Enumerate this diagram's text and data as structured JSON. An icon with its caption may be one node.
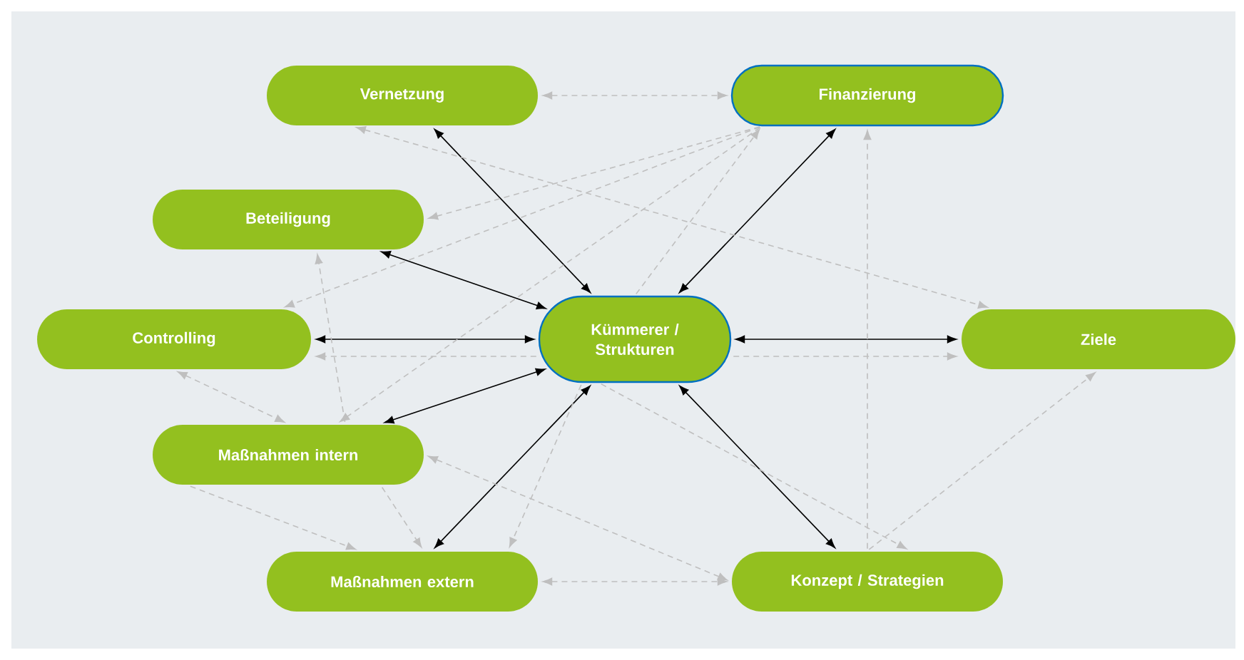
{
  "diagram": {
    "nodes": [
      {
        "text": [
          "Vernetzung"
        ]
      },
      {
        "text": [
          "Finanzierung"
        ]
      },
      {
        "text": [
          "Beteiligung"
        ]
      },
      {
        "text": [
          "Kümmerer / Strukturen"
        ]
      },
      {
        "text": [
          "Controlling"
        ]
      },
      {
        "text": [
          "Ziele"
        ]
      },
      {
        "text": [
          "Maßnahmen intern"
        ]
      },
      {
        "text": [
          "Maßnahmen extern"
        ]
      },
      {
        "text": [
          "Konzept / Strategien"
        ]
      }
    ],
    "edges": [
      {
        "from": 3,
        "to": 0,
        "arrow": "both",
        "color": "#000000"
      },
      {
        "from": 3,
        "to": 1,
        "arrow": "both",
        "color": "#000000"
      },
      {
        "from": 3,
        "to": 2,
        "arrow": "both",
        "color": "#000000"
      },
      {
        "from": 3,
        "to": 4,
        "arrow": "both",
        "color": "#000000"
      },
      {
        "from": 3,
        "to": 5,
        "arrow": "both",
        "color": "#000000"
      },
      {
        "from": 3,
        "to": 6,
        "arrow": "both",
        "color": "#000000"
      },
      {
        "from": 3,
        "to": 7,
        "arrow": "both",
        "color": "#000000"
      },
      {
        "from": 3,
        "to": 8,
        "arrow": "both",
        "color": "#000000"
      },
      {
        "from": 0,
        "to": 1,
        "arrow": "both",
        "style": "dashed",
        "color": "#bfbfbf"
      },
      {
        "from": 1,
        "to": 2,
        "arrow": "to",
        "style": "dashed",
        "color": "#bfbfbf"
      },
      {
        "from": 1,
        "to": 4,
        "arrow": "to",
        "style": "dashed",
        "color": "#bfbfbf"
      },
      {
        "from": 1,
        "to": 6,
        "arrow": "to",
        "style": "dashed",
        "color": "#bfbfbf"
      },
      {
        "from": 3,
        "to": 1,
        "arrow": "to",
        "style": "dashed",
        "color": "#bfbfbf"
      },
      {
        "from": 3,
        "to": 7,
        "arrow": "to",
        "style": "dashed",
        "color": "#bfbfbf"
      },
      {
        "from": 3,
        "to": 5,
        "arrow": "to",
        "style": "dashed",
        "color": "#bfbfbf"
      },
      {
        "from": 3,
        "to": 4,
        "arrow": "to",
        "style": "dashed",
        "color": "#bfbfbf"
      },
      {
        "from": 3,
        "to": 8,
        "arrow": "to",
        "style": "dashed",
        "color": "#bfbfbf"
      },
      {
        "from": 8,
        "to": 1,
        "arrow": "to",
        "style": "dashed",
        "color": "#bfbfbf"
      },
      {
        "from": 8,
        "to": 5,
        "arrow": "to",
        "style": "dashed",
        "color": "#bfbfbf"
      },
      {
        "from": 7,
        "to": 8,
        "arrow": "both",
        "style": "dashed",
        "color": "#bfbfbf"
      },
      {
        "from": 0,
        "to": 5,
        "arrow": "both",
        "style": "dashed",
        "color": "#bfbfbf"
      },
      {
        "from": 8,
        "to": 6,
        "arrow": "both",
        "style": "dashed",
        "color": "#bfbfbf"
      },
      {
        "from": 6,
        "to": 2,
        "arrow": "to",
        "style": "dashed",
        "color": "#bfbfbf"
      },
      {
        "from": 4,
        "to": 6,
        "arrow": "both",
        "style": "dashed",
        "color": "#bfbfbf"
      },
      {
        "from": 6,
        "to": 7,
        "arrow": "to",
        "style": "dashed",
        "color": "#bfbfbf"
      },
      {
        "from": 6,
        "to": 7,
        "arrow": "to",
        "style": "dashed",
        "color": "#bfbfbf"
      }
    ]
  }
}
